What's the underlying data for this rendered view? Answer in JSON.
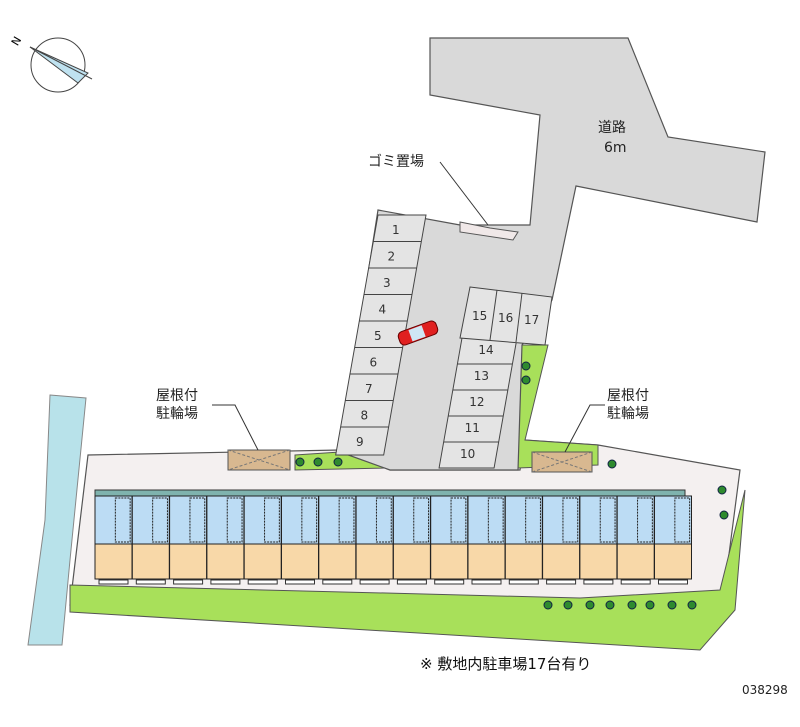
{
  "map": {
    "road_label": "道路",
    "road_width": "6m",
    "garbage_label": "ゴミ置場",
    "bike_shelter_left": [
      "屋根付",
      "駐輪場"
    ],
    "bike_shelter_right": [
      "屋根付",
      "駐輪場"
    ],
    "compass_letter": "N",
    "parking_left": [
      "1",
      "2",
      "3",
      "4",
      "5",
      "6",
      "7",
      "8",
      "9"
    ],
    "parking_right": [
      "10",
      "11",
      "12",
      "13",
      "14"
    ],
    "parking_top": [
      "15",
      "16",
      "17"
    ],
    "unit_count": 16
  },
  "footer": {
    "note": "※ 敷地内駐車場17台有り",
    "code": "038298"
  },
  "colors": {
    "road": "#d9d9d9",
    "green": "#a8e05a",
    "water": "#b8e2ea",
    "unit_upper": "#bcdcf4",
    "unit_lower": "#f8d8a8",
    "car": "#e02020"
  }
}
